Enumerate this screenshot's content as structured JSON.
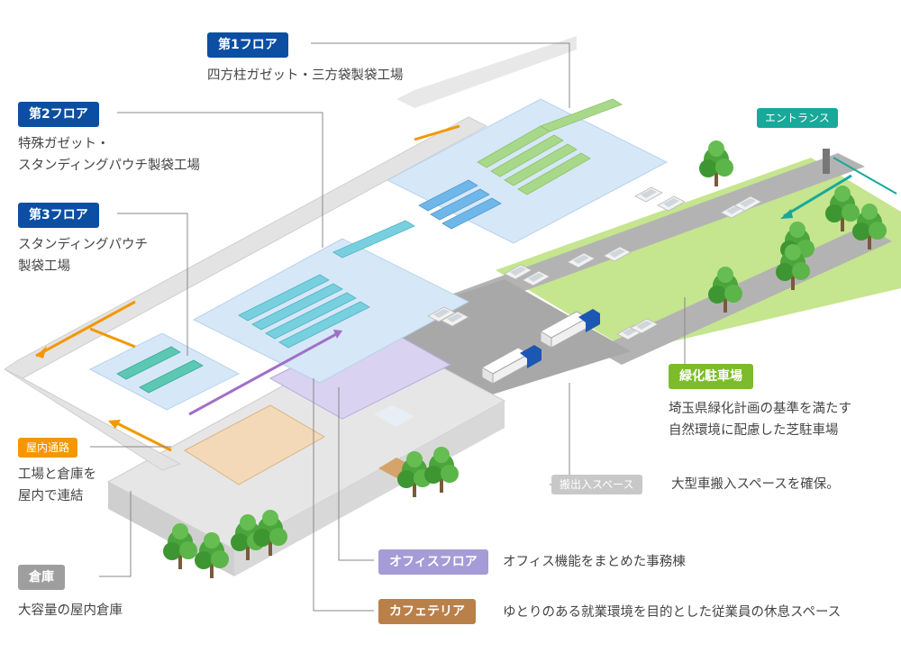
{
  "floors": {
    "f1": {
      "tag": "第1フロア",
      "desc": "四方柱ガゼット・三方袋製袋工場"
    },
    "f2": {
      "tag": "第2フロア",
      "desc_l1": "特殊ガゼット・",
      "desc_l2": "スタンディングパウチ製袋工場"
    },
    "f3": {
      "tag": "第3フロア",
      "desc_l1": "スタンディングパウチ",
      "desc_l2": "製袋工場"
    }
  },
  "passage": {
    "tag": "屋内通路",
    "desc_l1": "工場と倉庫を",
    "desc_l2": "屋内で連結"
  },
  "warehouse": {
    "tag": "倉庫",
    "desc": "大容量の屋内倉庫"
  },
  "entrance": {
    "tag": "エントランス"
  },
  "parking": {
    "tag": "緑化駐車場",
    "desc_l1": "埼玉県緑化計画の基準を満たす",
    "desc_l2": "自然環境に配慮した芝駐車場"
  },
  "loading": {
    "tag": "搬出入スペース",
    "desc": "大型車搬入スペースを確保。"
  },
  "office": {
    "tag": "オフィスフロア",
    "desc": "オフィス機能をまとめた事務棟"
  },
  "cafeteria": {
    "tag": "カフェテリア",
    "desc": "ゆとりのある就業環境を目的とした従業員の休息スペース"
  },
  "colors": {
    "floor_tag": "#0b4ea2",
    "passage": "#f39800",
    "warehouse": "#9e9e9e",
    "entrance": "#17a99a",
    "parking": "#7cbc2a",
    "office": "#a59bd6",
    "cafeteria": "#b9804a",
    "loading": "#c8c8c8"
  }
}
